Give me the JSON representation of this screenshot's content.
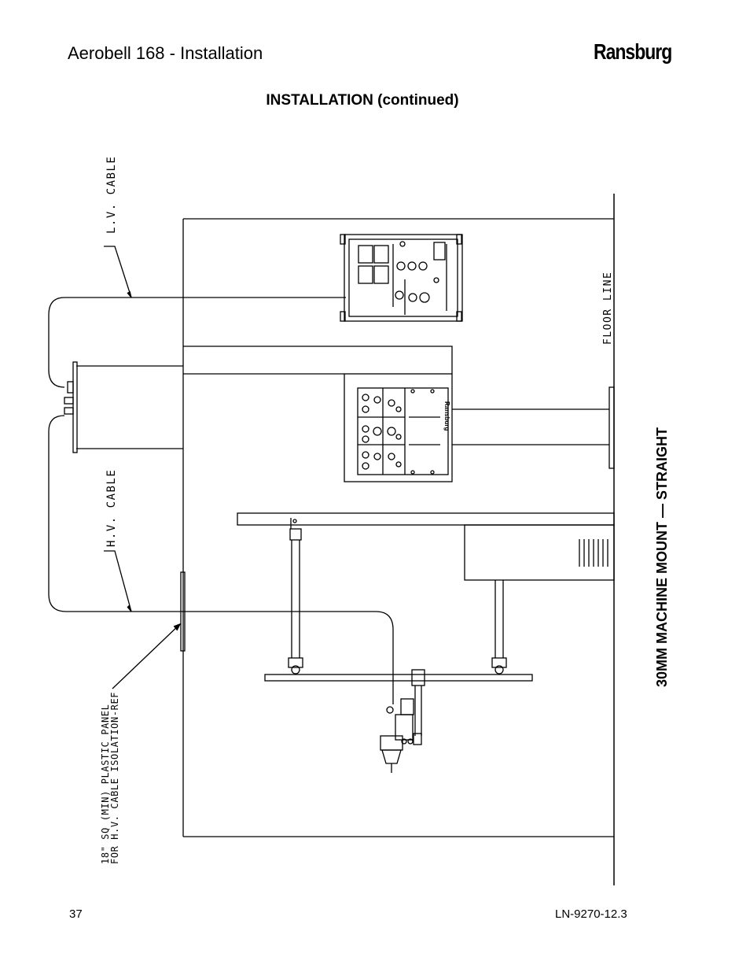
{
  "header": {
    "title": "Aerobell 168 - Installation",
    "brand": "Ransburg"
  },
  "section": {
    "title": "INSTALLATION (continued)"
  },
  "drawing": {
    "caption": "30MM MACHINE MOUNT — STRAIGHT",
    "labels": {
      "lv_cable": "L.V. CABLE",
      "hv_cable": "H.V. CABLE",
      "floor_line": "FLOOR LINE",
      "panel_line1": "18\" SQ (MIN) PLASTIC PANEL",
      "panel_line2": "FOR H.V. CABLE ISOLATION-REF",
      "module_brand": "Ransburg"
    }
  },
  "footer": {
    "page_number": "37",
    "doc_number": "LN-9270-12.3"
  }
}
